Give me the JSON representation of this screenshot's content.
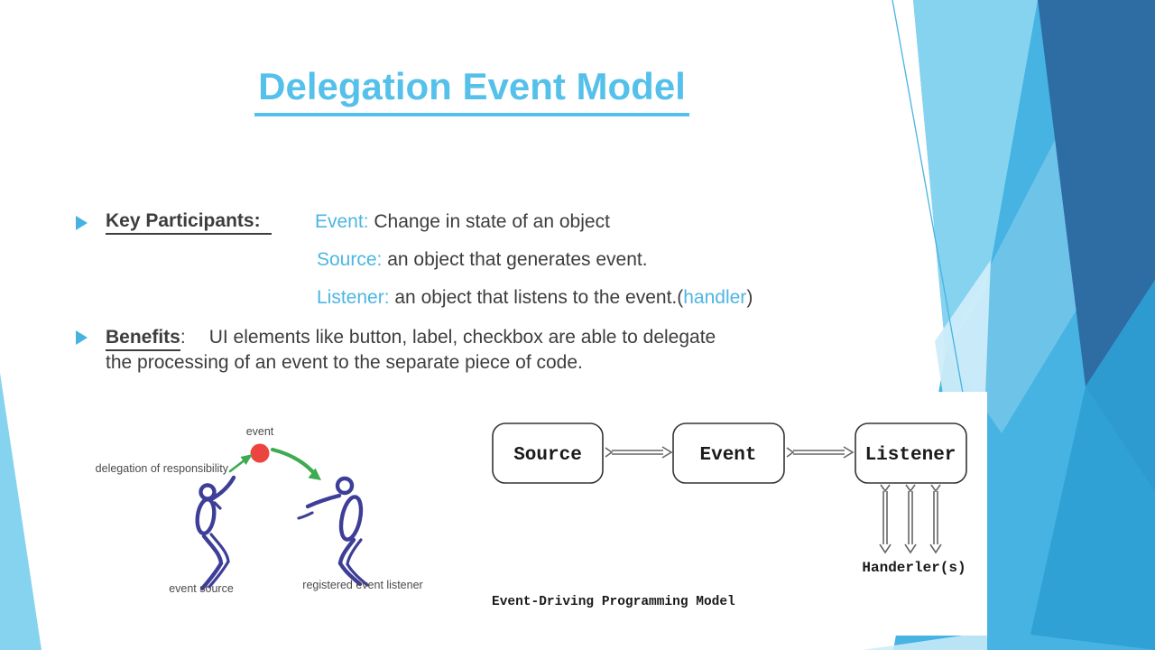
{
  "colors": {
    "title_blue": "#55c1eb",
    "term_blue": "#4db6e2",
    "text_dark": "#3d3d3d",
    "bullet_blue": "#45b2e0",
    "deco_light": "#86d3ef",
    "deco_pale": "#cdecf9",
    "deco_mid": "#46b3e3",
    "deco_mid2": "#2f9fd4",
    "deco_dark": "#2e6da4",
    "figure_navy": "#3e3e99",
    "ball_red": "#ec4540",
    "arrow_green": "#3dab51",
    "diagram_ink": "#1a1a1a",
    "arrow_gray": "#666666"
  },
  "title": "Delegation Event Model",
  "bullets": {
    "key_participants": {
      "label": "Key Participants:",
      "event_term": "Event:",
      "event_desc": " Change in state of an object",
      "source_term": "Source:",
      "source_desc": " an object that generates event.",
      "listener_term": "Listener:",
      "listener_desc": " an object that listens to the event.",
      "paren_open": "(",
      "handler_word": "handler",
      "paren_close": ")"
    },
    "benefits": {
      "label": "Benefits",
      "colon": ":",
      "line1": "UI  elements like button, label, checkbox are able to delegate",
      "line2": "the processing of an event to the separate piece of code."
    }
  },
  "left_diagram": {
    "event_label": "event",
    "delegation_label": "delegation of responsibility",
    "source_label": "event source",
    "listener_label": "registered event listener"
  },
  "right_diagram": {
    "box_source": "Source",
    "box_event": "Event",
    "box_listener": "Listener",
    "handlers_label": "Handerler(s)",
    "caption": "Event-Driving Programming Model"
  }
}
